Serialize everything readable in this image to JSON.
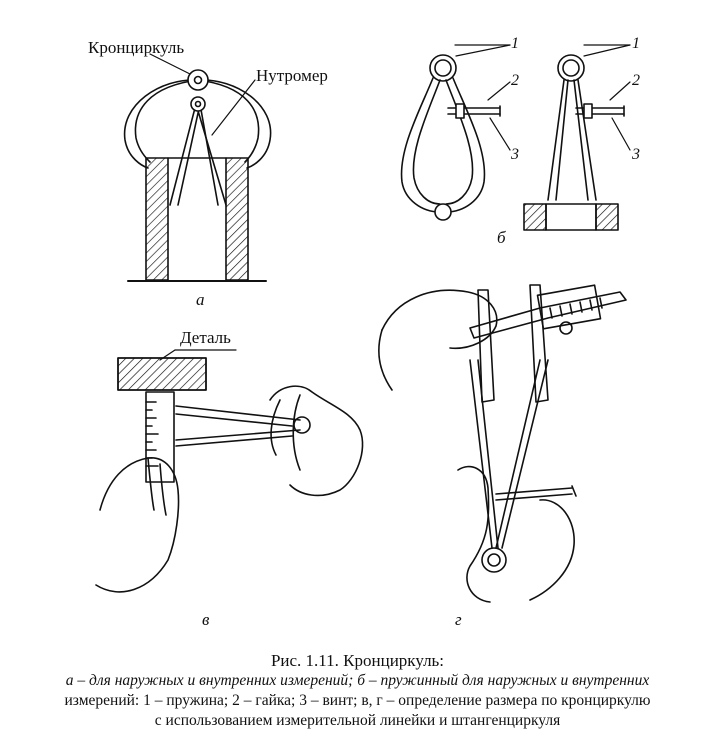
{
  "labels": {
    "kronzirkul": "Кронциркуль",
    "nutromer": "Нутромер",
    "detal": "Деталь",
    "a": "а",
    "b": "б",
    "v": "в",
    "g": "г",
    "n1a": "1",
    "n2a": "2",
    "n3a": "3",
    "n1b": "1",
    "n2b": "2",
    "n3b": "3"
  },
  "caption": {
    "title": "Рис. 1.11. Кронциркуль:",
    "line1": "а – для наружных и внутренних измерений; б – пружинный для наружных и внутренних",
    "line2": "измерений:  1 – пружина; 2 – гайка; 3 – винт; в, г – определение размера по кронциркулю",
    "line3": "с использованием измерительной линейки и штангенциркуля"
  },
  "icons": [
    "caliper-icon",
    "inside-caliper-icon",
    "spring-caliper-icon",
    "ruler-icon",
    "hand-icon",
    "vernier-caliper-icon"
  ]
}
